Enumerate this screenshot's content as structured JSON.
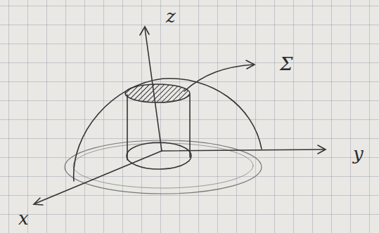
{
  "diagram": {
    "labels": [
      "z",
      "Σ",
      "y",
      "x"
    ]
  }
}
